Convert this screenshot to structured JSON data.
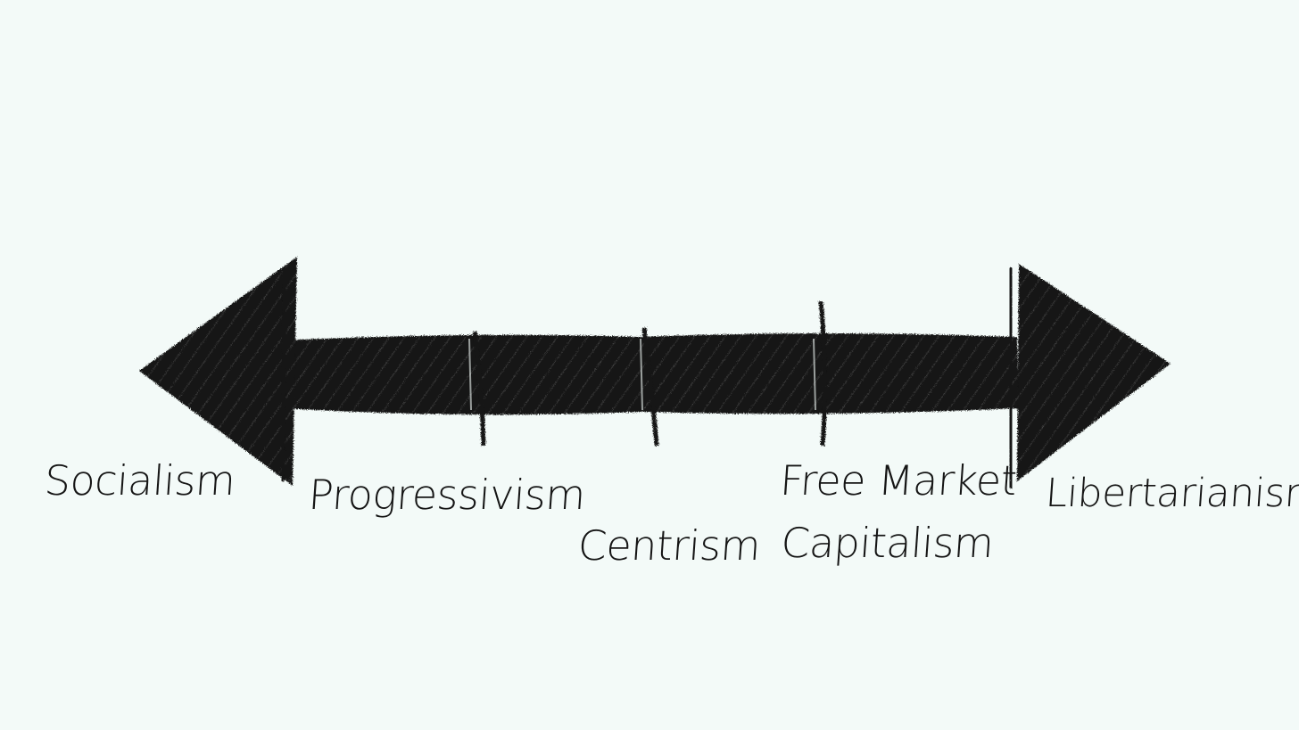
{
  "diagram": {
    "background_color": "#f3faf8",
    "ink_color": "#151515",
    "labels": {
      "socialism": "Socialism",
      "progressivism": "Progressivism",
      "centrism": "Centrism",
      "free_market_line1": "Free Market",
      "free_market_line2": "Capitalism",
      "libertarianism": "Libertarianism"
    }
  }
}
